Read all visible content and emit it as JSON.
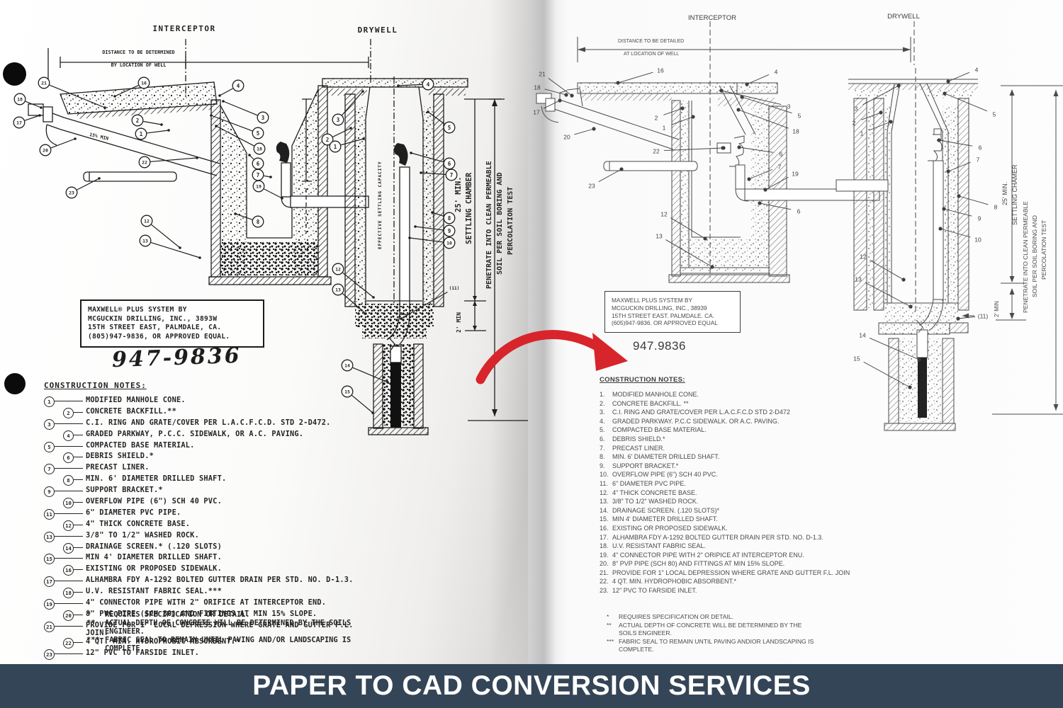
{
  "banner": {
    "label": "PAPER TO CAD CONVERSION SERVICES",
    "bg": "#344557",
    "fg": "#ffffff"
  },
  "arrow_color": "#d7252b",
  "left": {
    "title_interceptor": "INTERCEPTOR",
    "title_drywell": "DRYWELL",
    "dim_line1": "DISTANCE TO BE DETERMINED",
    "dim_line2": "BY LOCATION OF WELL",
    "slope_label": "15% MIN",
    "effective_label": "EFFECTIVE SETTLING CAPACITY",
    "settling_dim_1": "25' MIN.",
    "settling_dim_2": "SETTLING CHAMBER",
    "two_min": "2' MIN",
    "note11": "(11)",
    "penetrate_1": "PENETRATE INTO CLEAN PERMEABLE",
    "penetrate_2": "SOIL PER SOIL BORING AND",
    "penetrate_3": "PERCOLATION TEST",
    "maxwell_lines": [
      "MAXWELL® PLUS SYSTEM BY",
      "MCGUCKIN DRILLING, INC., 3893W",
      "15TH STREET EAST, PALMDALE, CA.",
      "(805)947-9836, OR APPROVED EQUAL."
    ],
    "handwritten": "947-9836",
    "notes_title": "CONSTRUCTION NOTES:",
    "notes": [
      "MODIFIED MANHOLE CONE.",
      "CONCRETE BACKFILL.**",
      "C.I. RING AND GRATE/COVER PER L.A.C.F.C.D. STD 2-D472.",
      "GRADED PARKWAY, P.C.C. SIDEWALK, OR A.C. PAVING.",
      "COMPACTED BASE MATERIAL.",
      "DEBRIS SHIELD.*",
      "PRECAST LINER.",
      "MIN. 6' DIAMETER DRILLED SHAFT.",
      "SUPPORT BRACKET.*",
      "OVERFLOW PIPE (6\") SCH 40 PVC.",
      "6\" DIAMETER PVC PIPE.",
      "4\" THICK CONCRETE BASE.",
      "3/8\" TO 1/2\" WASHED ROCK.",
      "DRAINAGE SCREEN.* (.120 SLOTS)",
      "MIN 4' DIAMETER DRILLED SHAFT.",
      "EXISTING OR PROPOSED SIDEWALK.",
      "ALHAMBRA FDY A-1292 BOLTED GUTTER DRAIN PER STD. NO. D-1.3.",
      "U.V. RESISTANT FABRIC SEAL.***",
      "4\" CONNECTOR PIPE WITH 2\" ORIFICE AT INTERCEPTOR END.",
      "8\" PVC PIPE (SCH 80) AND FITTINGS AT MIN 15% SLOPE.",
      "PROVIDE FOR 1\" LOCAL DEPRESSION WHERE GRATE AND GUTTER F.L. JOIN.",
      "4 QT. MIN. HYDROPHOBIC ABSORBENT.*",
      "12\" PVC TO FARSIDE INLET."
    ],
    "footnotes": [
      {
        "m": "*",
        "t": "REQUIRES SPECIFICATION OR DETAIL."
      },
      {
        "m": "**",
        "t": "ACTUAL DEPTH OF CONCRETE WILL BE DETERMINED BY THE SOILS ENGINEER."
      },
      {
        "m": "***",
        "t": "FABRIC SEAL TO REMAIN UNTIL PAVING AND/OR LANDSCAPING IS COMPLETE."
      }
    ],
    "callouts": [
      [
        "21",
        62,
        117,
        148,
        152
      ],
      [
        "16",
        203,
        117,
        162,
        136
      ],
      [
        "18",
        28,
        140,
        58,
        152
      ],
      [
        "17",
        27,
        173,
        56,
        163
      ],
      [
        "20",
        64,
        212,
        106,
        196
      ],
      [
        "23",
        101,
        272,
        140,
        252
      ],
      [
        "4",
        336,
        121,
        310,
        135
      ],
      [
        "3",
        371,
        166,
        315,
        143
      ],
      [
        "5",
        364,
        188,
        298,
        163
      ],
      [
        "18",
        366,
        210,
        305,
        178
      ],
      [
        "2",
        194,
        170,
        228,
        176
      ],
      [
        "1",
        199,
        189,
        238,
        184
      ],
      [
        "22",
        204,
        229,
        278,
        223
      ],
      [
        "6",
        364,
        231,
        352,
        219
      ],
      [
        "7",
        364,
        247,
        382,
        250
      ],
      [
        "19",
        365,
        263,
        398,
        280
      ],
      [
        "8",
        364,
        313,
        332,
        302
      ],
      [
        "12",
        207,
        312,
        254,
        350
      ],
      [
        "13",
        205,
        340,
        282,
        364
      ],
      [
        "4",
        604,
        119,
        562,
        121
      ],
      [
        "3",
        477,
        169,
        512,
        129
      ],
      [
        "2",
        462,
        197,
        495,
        181
      ],
      [
        "1",
        473,
        207,
        513,
        196
      ],
      [
        "5",
        634,
        180,
        604,
        158
      ],
      [
        "6",
        634,
        231,
        580,
        216
      ],
      [
        "7",
        637,
        247,
        594,
        244
      ],
      [
        "8",
        634,
        308,
        610,
        300
      ],
      [
        "9",
        634,
        326,
        586,
        320
      ],
      [
        "10",
        634,
        343,
        578,
        336
      ],
      [
        "12",
        477,
        380,
        527,
        420
      ],
      [
        "13",
        477,
        409,
        516,
        443
      ],
      [
        "(11)",
        641,
        407,
        566,
        450
      ],
      [
        "14",
        490,
        516,
        547,
        540
      ],
      [
        "15",
        490,
        553,
        526,
        583
      ]
    ]
  },
  "right": {
    "title_interceptor": "INTERCEPTOR",
    "title_drywell": "DRYWELL",
    "dim_line1": "DISTANCE TO BE DETAILED",
    "dim_line2": "AT LOCATION OF WELL",
    "settling_dim_1": "25' MIN.",
    "settling_dim_2": "SETTLING CHAMER",
    "two_min": "2' MIN",
    "note11": "(11)",
    "penetrate_1": "PENETRATE INTO CLEAN PERMEABLE",
    "penetrate_2": "SOIL PER SOIL BORING AND",
    "penetrate_3": "PERCOLATION TEST",
    "maxwell_lines": [
      "MAXWELL PLUS SYSTEM BY",
      "MCGUCKIN DRILLING, INC., 38939",
      "15TH STREET EAST. PALMDALE. CA.",
      "(605)947-9836. OR APPROVED EQUAL"
    ],
    "cad_number": "947.9836",
    "notes_title": "CONSTRUCTION NOTES:",
    "notes": [
      "MODIFIED MANHOLE CONE.",
      "CONCRETE BACKFILL. **",
      "C.I. RING AND GRATE/COVER PER L.A.C.F.C.D STD 2-D472",
      "GRADED PARKWAY. P.C.C SIDEWALK. OR A.C. PAVING.",
      "COMPACTED BASE MATERIAL.",
      "DEBRIS SHIELD.*",
      "PRECAST LINER.",
      "MIN. 6' DIAMETER DRILLED SHAFT.",
      "SUPPORT BRACKET.*",
      "OVERFLOW PIPE (6\") SCH 40 PVC.",
      "6\" DIAMETER PVC PIPE.",
      "4\" THICK CONCRETE BASE.",
      "3/8\" TO 1/2\" WASHED ROCK.",
      "DRAINAGE SCREEN. (.120 SLOTS)*",
      "MIN 4' DIAMETER DRILLED SHAFT.",
      "EXISTING OR PROPOSED SIDEWALK.",
      "ALHAMBRA FDY A-1292 BOLTED GUTTER DRAIN PER STD. NO. D-1.3.",
      "U.V. RESISTANT FABRIC SEAL.",
      "4\" CONNECTOR PIPE WITH 2\" ORIPICE AT INTERCEPTOR ENU.",
      "8\" PVP PIPE (SCH 80) AND FITTINGS AT MIN 15% SLOPE.",
      "PROVIDE FOR 1\" LOCAL DEPRESSION WHERE GRATE AND GUTTER F.L. JOIN",
      "4 QT. MIN. HYDROPHOBIC ABSORBENT.*",
      "12\" PVC TO FARSIDE INLET."
    ],
    "footnotes": [
      {
        "m": "*",
        "t": "REQUIRES SPECIFICATION OR DETAIL."
      },
      {
        "m": "**",
        "t": "ACTUAL DEPTH OF CONCRETE WILL BE DETERMINED BY THE SOILS ENGINEER."
      },
      {
        "m": "***",
        "t": "FABRIC SEAL TO REMAIN UNTIL PAVING ANDIOR LANDSCAPING IS COMPLETE."
      }
    ],
    "callouts": [
      [
        "16",
        932,
        99,
        872,
        117
      ],
      [
        "21",
        765,
        104,
        807,
        135
      ],
      [
        "18",
        758,
        123,
        799,
        134
      ],
      [
        "17",
        757,
        158,
        790,
        142
      ],
      [
        "20",
        800,
        193,
        838,
        182
      ],
      [
        "23",
        835,
        262,
        877,
        239
      ],
      [
        "4",
        1095,
        101,
        1054,
        119
      ],
      [
        "3",
        1113,
        150,
        1018,
        128
      ],
      [
        "5",
        1128,
        163,
        1047,
        137
      ],
      [
        "18",
        1123,
        185,
        1042,
        155
      ],
      [
        "2",
        926,
        166,
        963,
        153
      ],
      [
        "1",
        937,
        180,
        978,
        165
      ],
      [
        "22",
        926,
        213,
        1020,
        209
      ],
      [
        "6",
        1102,
        217,
        1043,
        208
      ],
      [
        "7",
        1100,
        235,
        1057,
        253
      ],
      [
        "19",
        1122,
        245,
        1080,
        268
      ],
      [
        "6",
        1127,
        298,
        1072,
        287
      ],
      [
        "12",
        937,
        302,
        995,
        337
      ],
      [
        "13",
        930,
        333,
        1005,
        377
      ],
      [
        "4",
        1378,
        98,
        1338,
        115
      ],
      [
        "5",
        1403,
        161,
        1333,
        132
      ],
      [
        "3",
        1208,
        153,
        1268,
        121
      ],
      [
        "2",
        1205,
        173,
        1243,
        159
      ],
      [
        "1",
        1216,
        188,
        1257,
        172
      ],
      [
        "6",
        1383,
        208,
        1325,
        198
      ],
      [
        "7",
        1380,
        225,
        1338,
        242
      ],
      [
        "8",
        1405,
        292,
        1353,
        277
      ],
      [
        "9",
        1382,
        308,
        1332,
        295
      ],
      [
        "10",
        1380,
        338,
        1327,
        323
      ],
      [
        "12",
        1218,
        362,
        1275,
        395
      ],
      [
        "13",
        1211,
        394,
        1285,
        433
      ],
      [
        "(11)",
        1387,
        446,
        1352,
        450
      ],
      [
        "14",
        1217,
        473,
        1297,
        508
      ],
      [
        "15",
        1209,
        506,
        1284,
        547
      ]
    ]
  }
}
